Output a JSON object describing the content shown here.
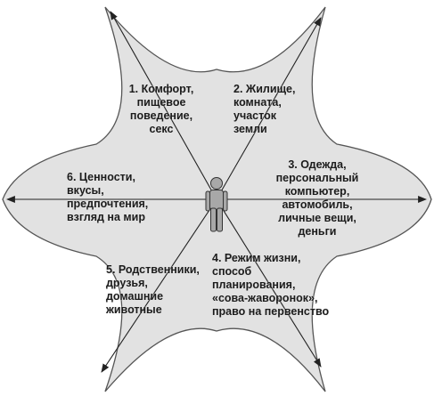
{
  "figure": {
    "colors": {
      "shape_fill": "#e2e2e2",
      "shape_stroke": "#555555",
      "arrow": "#222222",
      "person_fill": "#a8a8a8",
      "person_stroke": "#333333",
      "text": "#1c1c1c"
    },
    "icons": {
      "center": "person-icon"
    },
    "labels": [
      {
        "id": "label-1",
        "text": "1. Комфорт,\nпищевое\nповедение,\nсекс"
      },
      {
        "id": "label-2",
        "text": "2. Жилище,\nкомната,\nучасток\nземли"
      },
      {
        "id": "label-3",
        "text": "3. Одежда,\nперсональный\nкомпьютер,\nавтомобиль,\nличные вещи,\nденьги"
      },
      {
        "id": "label-4",
        "text": "4. Режим жизни,\nспособ\nпланирования,\n«сова-жаворонок»,\nправо на первенство"
      },
      {
        "id": "label-5",
        "text": "5. Родственники,\nдрузья,\nдомашние\nживотные"
      },
      {
        "id": "label-6",
        "text": "6. Ценности,\nвкусы,\nпредпочтения,\nвзгляд на мир"
      }
    ]
  }
}
